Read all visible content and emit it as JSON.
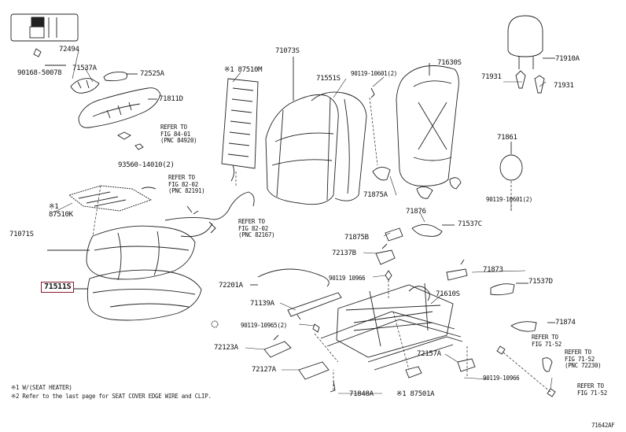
{
  "parts": {
    "p72494": "72494",
    "p90168": "90168-50078",
    "p71537A": "71537A",
    "p72525A": "72525A",
    "p71811D": "71811D",
    "p93560": "93560-14010(2)",
    "p87510K_mark": "※1",
    "p87510K": "87510K",
    "p71071S": "71071S",
    "p71511S": "71511S",
    "p87510M": "※1 87510M",
    "p71073S": "71073S",
    "p71551S": "71551S",
    "p90119_top": "90119-10601(2)",
    "p71630S": "71630S",
    "p71910A": "71910A",
    "p71931a": "71931",
    "p71931b": "71931",
    "p71861": "71861",
    "p90119_mid": "90119-10601(2)",
    "p71875A": "71875A",
    "p71876": "71876",
    "p71537C": "71537C",
    "p71875B": "71875B",
    "p72137B": "72137B",
    "p71873": "71873",
    "p90119_10966a": "90119 10966",
    "p71537D": "71537D",
    "p72201A": "72201A",
    "p71610S": "71610S",
    "p71139A": "71139A",
    "p90119_10965": "90119-10965(2)",
    "p71874": "71874",
    "p72123A": "72123A",
    "p72157A": "72157A",
    "p72127A": "72127A",
    "p90119_10966b": "90119-10966",
    "p71848A": "71848A",
    "p87501A": "※1 87501A"
  },
  "refs": {
    "r84": [
      "REFER TO",
      "FIG 84-01",
      "(PNC 84920)"
    ],
    "r82a": [
      "REFER TO",
      "FIG 82-02",
      "(PNC 82191)"
    ],
    "r82b": [
      "REFER TO",
      "FIG 82-02",
      "(PNC 82167)"
    ],
    "r71a": [
      "REFER TO",
      "FIG 71-52"
    ],
    "r71b": [
      "REFER TO",
      "FIG 71-52",
      "(PNC 72230)"
    ],
    "r71c": [
      "REFER TO",
      "FIG 71-52"
    ]
  },
  "notes": {
    "n1": "※1 W/(SEAT HEATER)",
    "n2": "※2 Refer to the last page for SEAT COVER EDGE WIRE and CLIP."
  },
  "figure_id": "71642AF",
  "colors": {
    "line": "#222222",
    "highlight": "#8b1a2e",
    "shade": "#d9d9d9"
  }
}
